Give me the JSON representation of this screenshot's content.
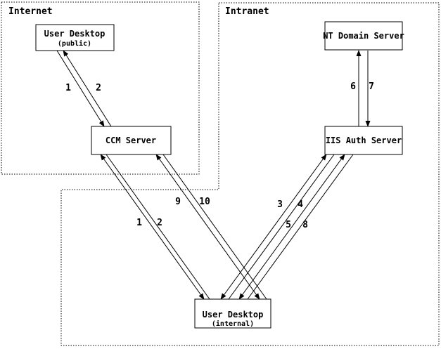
{
  "regions": {
    "internet": {
      "label": "Internet"
    },
    "intranet": {
      "label": "Intranet"
    }
  },
  "nodes": {
    "user_desktop_public": {
      "title": "User Desktop",
      "subtitle": "(public)"
    },
    "ccm_server": {
      "title": "CCM Server"
    },
    "nt_domain_server": {
      "title": "NT Domain Server"
    },
    "iis_auth_server": {
      "title": "IIS Auth Server"
    },
    "user_desktop_internal": {
      "title": "User Desktop",
      "subtitle": "(internal)"
    }
  },
  "flow_labels": {
    "public_ccm": [
      "1",
      "2"
    ],
    "ccm_internal_a": [
      "1",
      "2"
    ],
    "ccm_internal_b": [
      "9",
      "10"
    ],
    "iis_internal_a": [
      "3",
      "4"
    ],
    "iis_internal_b": [
      "5",
      "8"
    ],
    "nt_iis": [
      "6",
      "7"
    ]
  },
  "colors": {
    "line": "#000000",
    "background": "#ffffff"
  }
}
